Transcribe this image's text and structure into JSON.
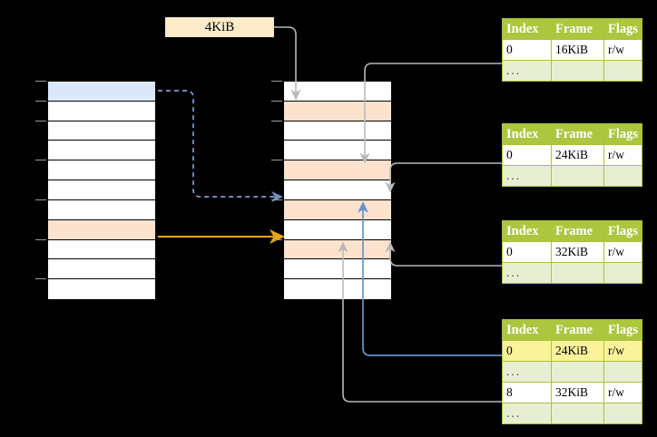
{
  "diagram": {
    "title": "multi-level page table walk",
    "colors": {
      "background": "#000000",
      "cell_default": "#ffffff",
      "cell_highlight_blue": "#dbe8fb",
      "cell_highlight_peach": "#fde3cd",
      "callout_bg": "#fdecca",
      "table_header_bg": "#acc63d",
      "table_header_text": "#ffffff",
      "table_ellipsis_bg": "#e8eed2",
      "table_cell_highlight": "#fbf39a",
      "arrow_blue": "#6a93c8",
      "arrow_orange": "#e8a317",
      "arrow_gray": "#b3b3b3"
    },
    "callout": {
      "label": "4KiB"
    },
    "left_column": {
      "name": "source-column",
      "row_count": 11,
      "rows": [
        {
          "fill": "blue"
        },
        {
          "fill": "white"
        },
        {
          "fill": "white"
        },
        {
          "fill": "white"
        },
        {
          "fill": "white"
        },
        {
          "fill": "white"
        },
        {
          "fill": "white"
        },
        {
          "fill": "peach"
        },
        {
          "fill": "white"
        },
        {
          "fill": "white"
        },
        {
          "fill": "white"
        }
      ]
    },
    "middle_column": {
      "name": "target-column",
      "row_count": 11,
      "rows": [
        {
          "fill": "white"
        },
        {
          "fill": "peach"
        },
        {
          "fill": "white"
        },
        {
          "fill": "white"
        },
        {
          "fill": "peach"
        },
        {
          "fill": "white"
        },
        {
          "fill": "peach"
        },
        {
          "fill": "white"
        },
        {
          "fill": "peach"
        },
        {
          "fill": "white"
        },
        {
          "fill": "white"
        }
      ]
    },
    "tables": [
      {
        "name": "frame-table-1",
        "headers": [
          "Index",
          "Frame",
          "Flags"
        ],
        "rows": [
          {
            "cells": [
              "0",
              "16KiB",
              "r/w"
            ],
            "style": "normal"
          },
          {
            "cells": [
              "...",
              "",
              ""
            ],
            "style": "ellipsis"
          }
        ]
      },
      {
        "name": "frame-table-2",
        "headers": [
          "Index",
          "Frame",
          "Flags"
        ],
        "rows": [
          {
            "cells": [
              "0",
              "24KiB",
              "r/w"
            ],
            "style": "normal"
          },
          {
            "cells": [
              "...",
              "",
              ""
            ],
            "style": "ellipsis"
          }
        ]
      },
      {
        "name": "frame-table-3",
        "headers": [
          "Index",
          "Frame",
          "Flags"
        ],
        "rows": [
          {
            "cells": [
              "0",
              "32KiB",
              "r/w"
            ],
            "style": "normal"
          },
          {
            "cells": [
              "...",
              "",
              ""
            ],
            "style": "ellipsis"
          }
        ]
      },
      {
        "name": "frame-table-4",
        "headers": [
          "Index",
          "Frame",
          "Flags"
        ],
        "rows": [
          {
            "cells": [
              "0",
              "24KiB",
              "r/w"
            ],
            "style": "highlight"
          },
          {
            "cells": [
              "...",
              "",
              ""
            ],
            "style": "ellipsis"
          },
          {
            "cells": [
              "8",
              "32KiB",
              "r/w"
            ],
            "style": "normal"
          },
          {
            "cells": [
              "...",
              "",
              ""
            ],
            "style": "ellipsis"
          }
        ]
      }
    ]
  }
}
